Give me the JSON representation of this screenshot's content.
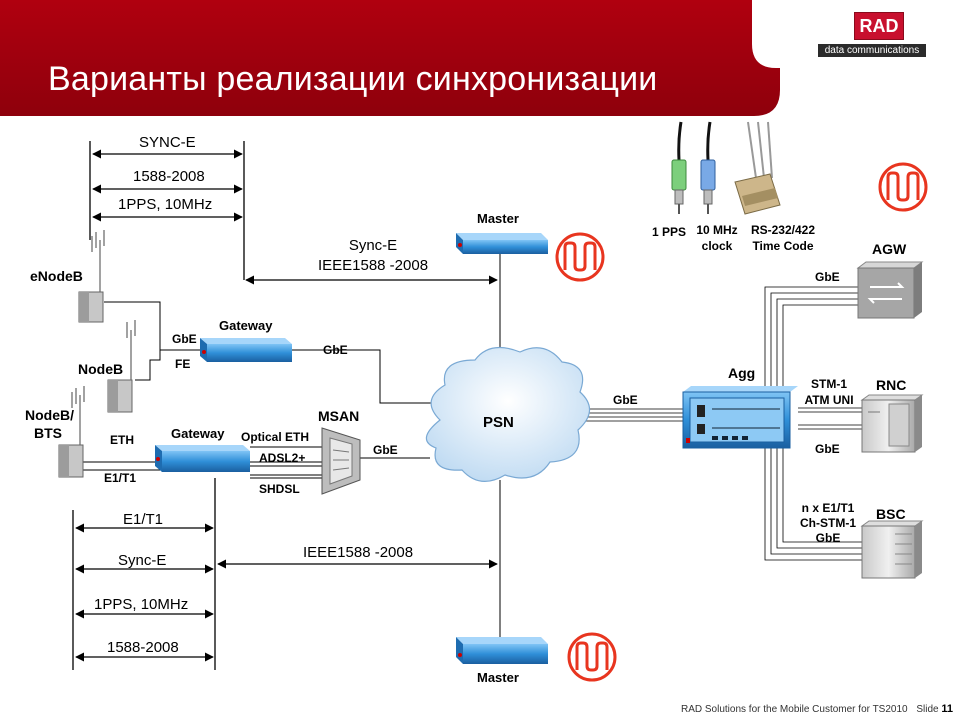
{
  "slide": {
    "title": "Варианты реализации синхронизации",
    "logo_text": "RAD",
    "logo_subtext": "data communications",
    "footer_text": "RAD Solutions for the Mobile Customer for TS2010",
    "footer_slide_label": "Slide",
    "footer_slide_number": "11"
  },
  "top_spans": {
    "sync_e": "SYNC-E",
    "ieee1588": "1588-2008",
    "pps": "1PPS, 10MHz"
  },
  "master_top": {
    "label": "Master",
    "link_label_1": "Sync-E",
    "link_label_2": "IEEE1588 -2008"
  },
  "master_bottom": {
    "label": "Master",
    "link_label": "IEEE1588 -2008"
  },
  "connectors": {
    "pps": "1 PPS",
    "clock_1": "10 MHz",
    "clock_2": "clock",
    "rs_1": "RS-232/422",
    "rs_2": "Time Code"
  },
  "left": {
    "enodeb": "eNodeB",
    "nodeb": "NodeB",
    "nodeb_bts_1": "NodeB/",
    "nodeb_bts_2": "BTS",
    "gateway_top": "Gateway",
    "gateway_bottom": "Gateway",
    "gbe": "GbE",
    "fe": "FE",
    "gbe_psn": "GbE",
    "eth": "ETH",
    "e1t1": "E1/T1",
    "optical_eth": "Optical ETH",
    "adsl": "ADSL2+",
    "shdsl": "SHDSL",
    "msan": "MSAN",
    "msan_gbe": "GbE"
  },
  "psn": {
    "label": "PSN"
  },
  "right": {
    "agg": "Agg",
    "agg_gbe": "GbE",
    "agw": "AGW",
    "agw_gbe": "GbE",
    "rnc": "RNC",
    "stm_1": "STM-1",
    "stm_2": "ATM UNI",
    "rnc_gbe": "GbE",
    "bsc": "BSC",
    "bsc_1": "n x E1/T1",
    "bsc_2": "Ch-STM-1",
    "bsc_3": "GbE"
  },
  "bottom_spans": {
    "e1t1": "E1/T1",
    "sync_e": "Sync-E",
    "pps": "1PPS, 10MHz",
    "ieee1588": "1588-2008"
  },
  "colors": {
    "header_red": "#a50010",
    "accent_red": "#e8351f",
    "device_blue": "#2f8fd8",
    "cloud_blue": "#d6e8f7"
  }
}
